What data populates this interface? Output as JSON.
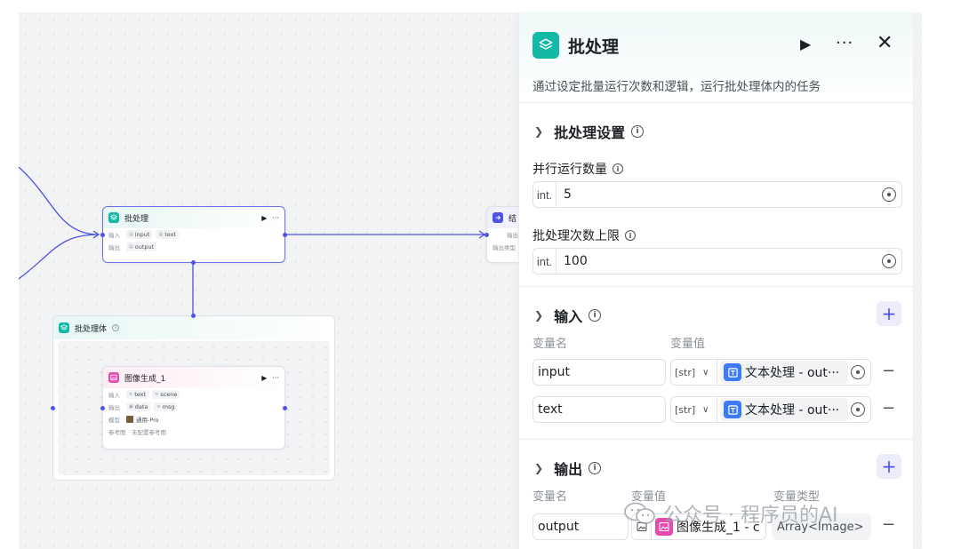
{
  "canvas": {
    "batch_node": {
      "title": "批处理",
      "input_label": "输入",
      "output_label": "输出",
      "inputs": [
        "input",
        "text"
      ],
      "outputs": [
        "output"
      ]
    },
    "end_node": {
      "title_partial": "结",
      "row1": "输出",
      "row2": "输出类型"
    },
    "batch_body": {
      "title": "批处理体"
    },
    "image_node": {
      "title": "图像生成_1",
      "input_label": "输入",
      "output_label": "输出",
      "model_label": "模型",
      "ref_label": "参考图",
      "inputs": [
        "text",
        "scene"
      ],
      "outputs": [
        "data",
        "msg"
      ],
      "model": "通用-Pro",
      "ref_value": "未配置参考图"
    }
  },
  "panel": {
    "title": "批处理",
    "description": "通过设定批量运行次数和逻辑，运行批处理体内的任务",
    "settings": {
      "title": "批处理设置",
      "parallel_label": "并行运行数量",
      "parallel_type": "int.",
      "parallel_value": "5",
      "limit_label": "批处理次数上限",
      "limit_type": "int.",
      "limit_value": "100"
    },
    "inputs": {
      "title": "输入",
      "col_name": "变量名",
      "col_value": "变量值",
      "rows": [
        {
          "name": "input",
          "type": "[str]",
          "ref": "文本处理 - out···"
        },
        {
          "name": "text",
          "type": "[str]",
          "ref": "文本处理 - out···"
        }
      ]
    },
    "outputs": {
      "title": "输出",
      "col_name": "变量名",
      "col_value": "变量值",
      "col_type": "变量类型",
      "rows": [
        {
          "name": "output",
          "ref": "图像生成_1 - c",
          "type": "Array<Image>"
        }
      ]
    }
  },
  "watermark": {
    "text": "公众号 · 程序员的AI"
  },
  "colors": {
    "accent": "#4d53e8",
    "batch_teal": "#14b8a6",
    "image_pink": "#e64bb0",
    "text_blue": "#3c7bf5"
  }
}
